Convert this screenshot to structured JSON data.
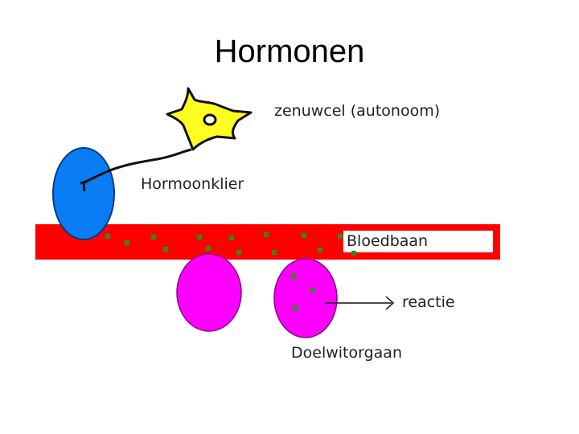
{
  "title": "Hormonen",
  "labels": {
    "nerve_cell": "zenuwcel (autonoom)",
    "gland": "Hormoonklier",
    "bloodstream": "Bloedbaan",
    "reaction": "reactie",
    "target_organ": "Doelwitorgaan"
  },
  "colors": {
    "bloodstream": "#ff0000",
    "gland": "#0077ff",
    "target_organ": "#ff00ff",
    "nerve_cell": "#ffff22",
    "hormone_particle": "#2e8b1e",
    "outline": "#000000",
    "label_box": "#ffffff"
  }
}
